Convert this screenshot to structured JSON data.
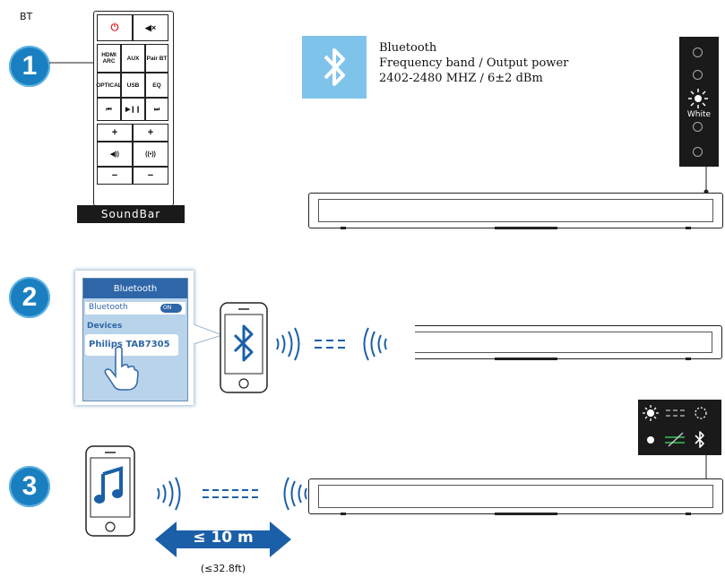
{
  "corner_label": "BT",
  "steps": [
    "1",
    "2",
    "3"
  ],
  "remote": {
    "buttons": [
      "⏻",
      "◀×",
      "HDMI ARC",
      "AUX",
      "Pair BT",
      "OPTICAL",
      "USB",
      "EQ",
      "⏮",
      "▶❙❙",
      "⏭",
      "+",
      "+",
      "◀))",
      "((•))",
      "−",
      "−"
    ],
    "brand": "SoundBar"
  },
  "bt_spec": {
    "title": "Bluetooth",
    "line2": "Frequency band / Output power",
    "line3": "2402-2480 MHZ / 6±2 dBm"
  },
  "led_panel": {
    "label": "White"
  },
  "phone_screen": {
    "header": "Bluetooth",
    "bt_row": "Bluetooth",
    "toggle": "ON",
    "devices": "Devices",
    "device_name": "Philips TAB7305"
  },
  "range": {
    "distance": "≤ 10 m",
    "feet": "(≤32.8ft)"
  },
  "colors": {
    "accent": "#1a7fc0",
    "bt_blue": "#1b5fa8",
    "panel": "#1a1a1a",
    "screen_bg": "#b9d3ea"
  }
}
